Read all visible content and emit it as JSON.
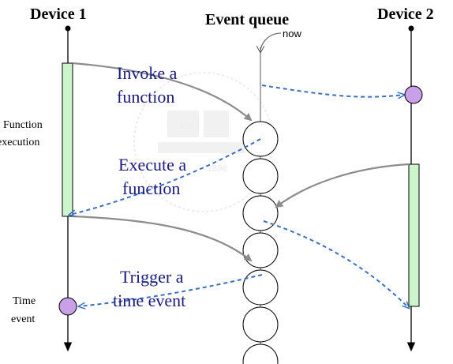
{
  "headers": {
    "device1": "Device 1",
    "event_queue": "Event queue",
    "device2": "Device 2"
  },
  "labels": {
    "now": "now",
    "invoke_line1": "Invoke a",
    "invoke_line2": "function",
    "execute_line1": "Execute a",
    "execute_line2": "function",
    "trigger_line1": "Trigger a",
    "trigger_line2": "time event",
    "function_exec_line1": "Function",
    "function_exec_line2": "execution",
    "time_event_line1": "Time",
    "time_event_line2": "event"
  },
  "watermark": {
    "year": "1896",
    "letters": "ES"
  },
  "colors": {
    "function_box": "#ccf5cc",
    "event_marker": "#c8a0e8",
    "dashed_arrow": "#3a6fc0",
    "solid_arrow": "#8c8c8c",
    "label_text": "#1a1a80"
  },
  "queue": {
    "slots": 7
  }
}
